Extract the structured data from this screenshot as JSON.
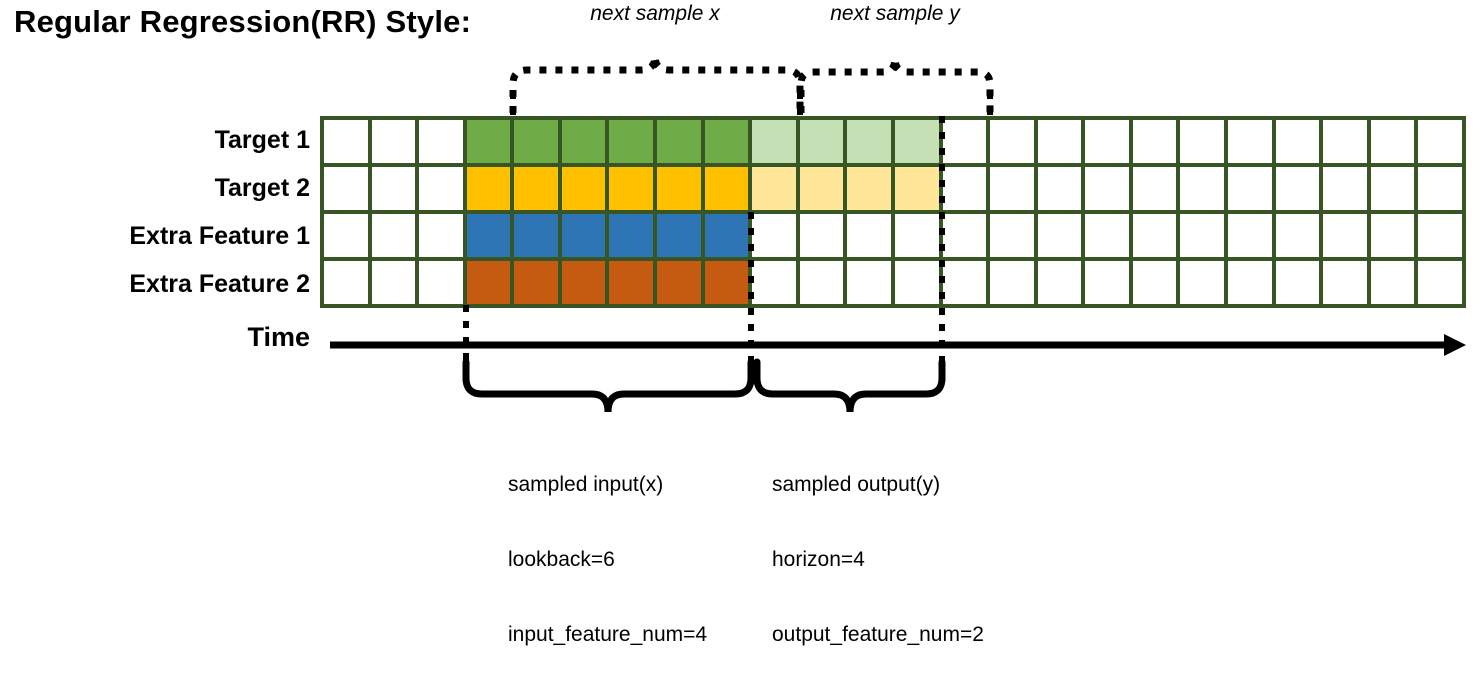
{
  "title": "Regular Regression(RR) Style:",
  "top_labels": {
    "x": "next sample x",
    "y": "next sample y"
  },
  "rows": [
    {
      "label": "Target 1",
      "color": "#6FAB46",
      "light": "#C5E0B4",
      "solid_cols": 6,
      "light_cols": 4
    },
    {
      "label": "Target 2",
      "color": "#FFC000",
      "light": "#FFE699",
      "solid_cols": 6,
      "light_cols": 4
    },
    {
      "label": "Extra Feature 1",
      "color": "#2E75B6",
      "light": null,
      "solid_cols": 6,
      "light_cols": 0
    },
    {
      "label": "Extra Feature 2",
      "color": "#C55A11",
      "light": null,
      "solid_cols": 6,
      "light_cols": 0
    }
  ],
  "grid": {
    "total_columns": 24,
    "leading_blank_columns": 3,
    "input_start_column": 4,
    "input_end_column": 9,
    "output_start_column": 10,
    "output_end_column": 13,
    "line_color": "#375623"
  },
  "axis": {
    "label": "Time",
    "arrow": "right-arrow-icon"
  },
  "captions": {
    "input": {
      "line1": "sampled input(x)",
      "line2": "lookback=6",
      "line3": "input_feature_num=4"
    },
    "output": {
      "line1": "sampled output(y)",
      "line2": "horizon=4",
      "line3": "output_feature_num=2"
    }
  },
  "colors": {
    "green": "#6FAB46",
    "light_green": "#C5E0B4",
    "gold": "#FFC000",
    "light_gold": "#FFE699",
    "blue": "#2E75B6",
    "orange": "#C55A11",
    "grid_line": "#375623",
    "ink": "#000000"
  }
}
